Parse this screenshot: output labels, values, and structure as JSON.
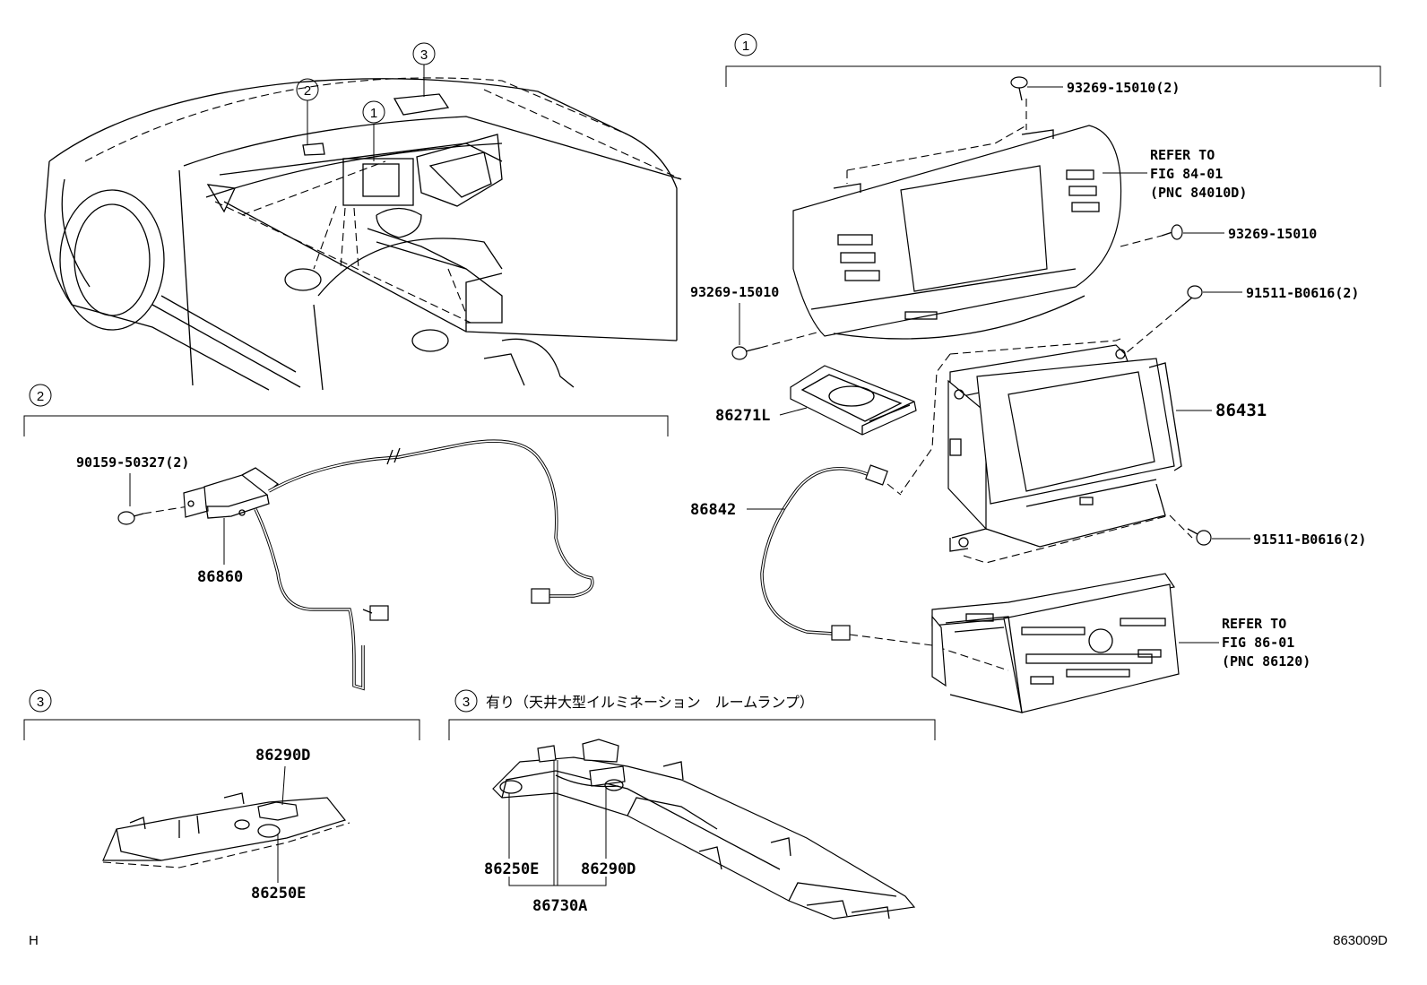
{
  "callouts": {
    "car": [
      "1",
      "2",
      "3"
    ],
    "section1": "1",
    "section2": "2",
    "section3": "3",
    "section3b": "3"
  },
  "section3b_title": "有り（天井大型イルミネーション　ルームランプ）",
  "parts": {
    "p93269_15010_2": "93269-15010(2)",
    "refer_to_1": "REFER TO",
    "fig_84_01": "FIG 84-01",
    "pnc_84010d": "(PNC 84010D)",
    "p93269_15010_right": "93269-15010",
    "p93269_15010_left": "93269-15010",
    "p91511_b0616_2_top": "91511-B0616(2)",
    "p86271l": "86271L",
    "p86431": "86431",
    "p86842": "86842",
    "p91511_b0616_2_bot": "91511-B0616(2)",
    "refer_to_2": "REFER TO",
    "fig_86_01": "FIG 86-01",
    "pnc_86120": "(PNC 86120)",
    "p90159_50327_2": "90159-50327(2)",
    "p86860": "86860",
    "p86290d_a": "86290D",
    "p86250e_a": "86250E",
    "p86250e_b": "86250E",
    "p86290d_b": "86290D",
    "p86730a": "86730A"
  },
  "footer": {
    "left": "H",
    "right": "863009D"
  }
}
